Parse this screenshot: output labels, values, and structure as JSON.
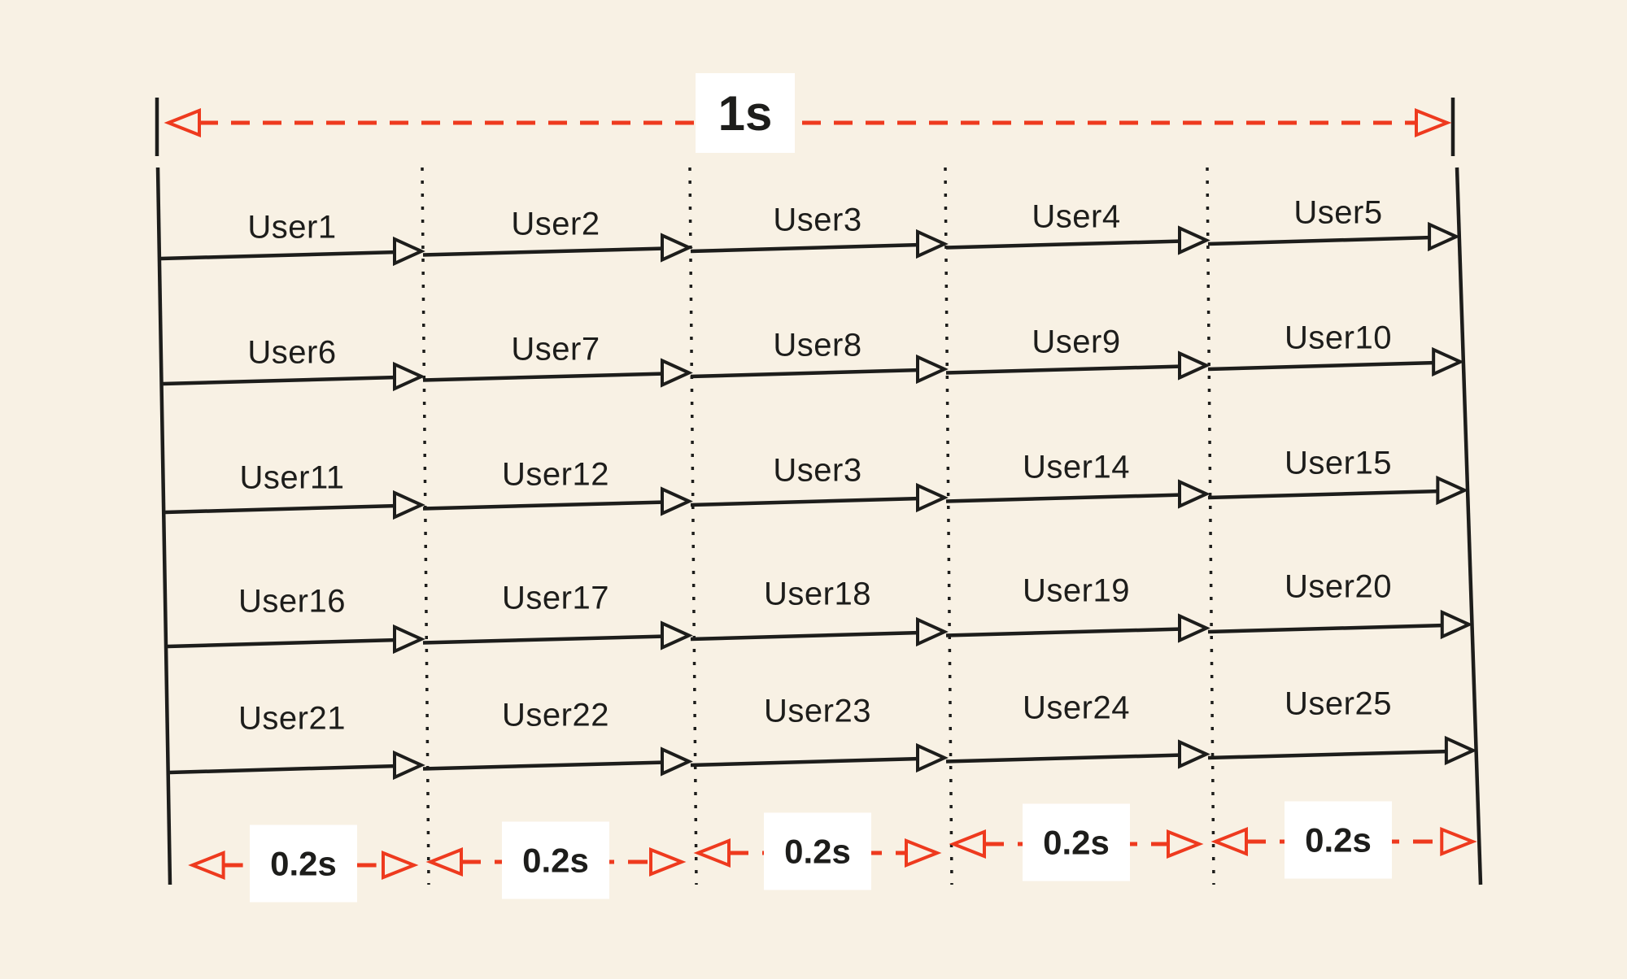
{
  "diagram": {
    "total_duration_label": "1s",
    "segment_duration_labels": [
      "0.2s",
      "0.2s",
      "0.2s",
      "0.2s",
      "0.2s"
    ],
    "rows": [
      {
        "users": [
          "User1",
          "User2",
          "User3",
          "User4",
          "User5"
        ]
      },
      {
        "users": [
          "User6",
          "User7",
          "User8",
          "User9",
          "User10"
        ]
      },
      {
        "users": [
          "User11",
          "User12",
          "User3",
          "User14",
          "User15"
        ]
      },
      {
        "users": [
          "User16",
          "User17",
          "User18",
          "User19",
          "User20"
        ]
      },
      {
        "users": [
          "User21",
          "User22",
          "User23",
          "User24",
          "User25"
        ]
      }
    ],
    "colors": {
      "background": "#f8f1e4",
      "line": "#1d1d1b",
      "accent_red": "#ee3a1e",
      "label_background": "#ffffff",
      "text": "#1d1d1b"
    }
  }
}
